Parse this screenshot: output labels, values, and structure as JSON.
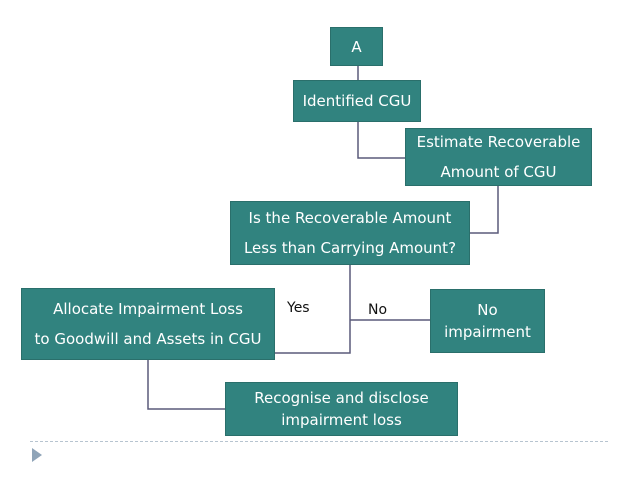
{
  "diagram": {
    "colors": {
      "box_fill": "#31837f",
      "box_text": "#ffffff",
      "connector": "#5a5a7a"
    },
    "nodes": {
      "start": "A",
      "identified": "Identified CGU",
      "estimate": "Estimate Recoverable\nAmount of CGU",
      "question": "Is the Recoverable Amount\nLess than Carrying Amount?",
      "allocate": "Allocate Impairment Loss\nto Goodwill and Assets in CGU",
      "no_impairment": "No\nimpairment",
      "recognise": "Recognise and disclose\nimpairment loss"
    },
    "edge_labels": {
      "yes": "Yes",
      "no": "No"
    }
  }
}
